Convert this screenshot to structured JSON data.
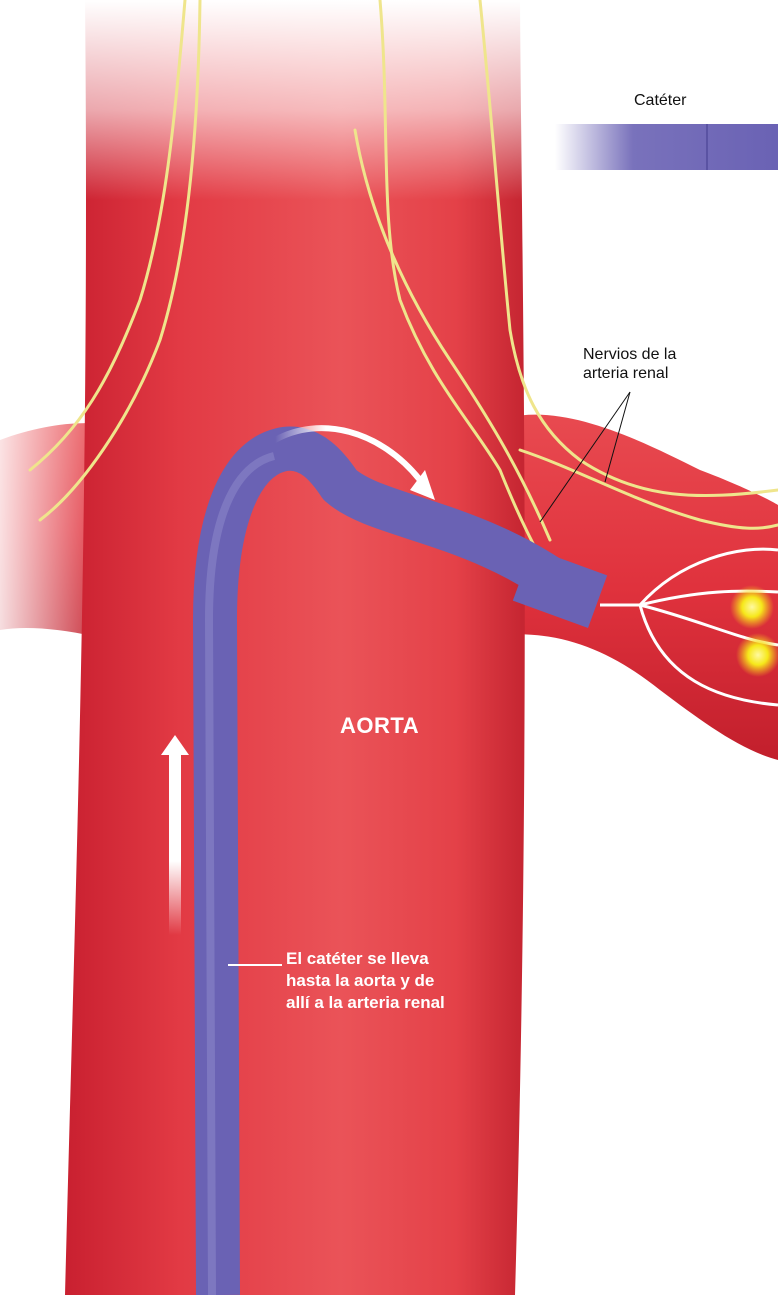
{
  "labels": {
    "catheter": "Catéter",
    "nerves": [
      "Nervios de la",
      "arteria renal"
    ],
    "aorta": "AORTA",
    "description": [
      "El catéter se lleva",
      "hasta la aorta y de",
      "allí a la arteria renal"
    ]
  },
  "colors": {
    "artery_red": "#e8404a",
    "artery_shadow": "#c42632",
    "catheter_blue": "#6a62b4",
    "nerve_yellow": "#efe58c",
    "electrode_glow": "#f6e81a",
    "arrow": "#ffffff"
  },
  "icons": {
    "arrows": [
      "curved-arrow-right",
      "arrow-up"
    ]
  }
}
